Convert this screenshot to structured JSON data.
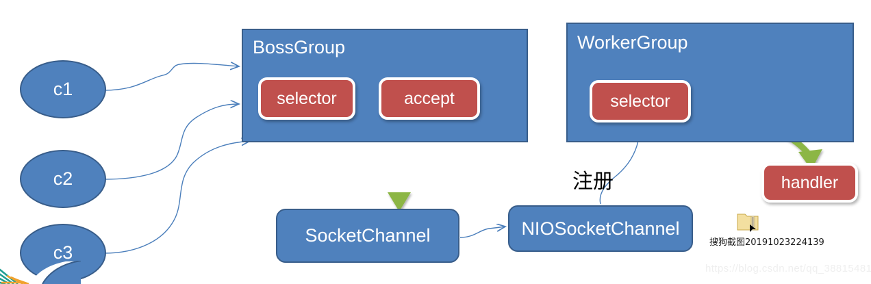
{
  "diagram": {
    "title": "Netty BossGroup / WorkerGroup reactor diagram",
    "colors": {
      "blue_fill": "#4F81BD",
      "blue_stroke": "#385D8A",
      "red_fill": "#C0504D",
      "green_arrow": "#8CB644",
      "thin_connector": "#4A7EBB",
      "background": "#FFFFFF"
    },
    "clients": [
      {
        "id": "c1",
        "label": "c1"
      },
      {
        "id": "c2",
        "label": "c2"
      },
      {
        "id": "c3",
        "label": "c3"
      }
    ],
    "groups": [
      {
        "id": "bossgroup",
        "title": "BossGroup",
        "children": [
          {
            "id": "boss-selector",
            "label": "selector"
          },
          {
            "id": "boss-accept",
            "label": "accept"
          }
        ]
      },
      {
        "id": "workergroup",
        "title": "WorkerGroup",
        "children": [
          {
            "id": "worker-selector",
            "label": "selector"
          }
        ]
      }
    ],
    "channels": [
      {
        "id": "socketchannel",
        "label": "SocketChannel"
      },
      {
        "id": "niosocketchannel",
        "label": "NIOSocketChannel"
      }
    ],
    "handler": {
      "id": "handler",
      "label": "handler"
    },
    "annotations": [
      {
        "id": "register",
        "label": "注册"
      }
    ],
    "watermarks": {
      "screenshot_caption": "搜狗截图20191023224139",
      "blog_url": "https://blog.csdn.net/qq_38815481"
    }
  }
}
